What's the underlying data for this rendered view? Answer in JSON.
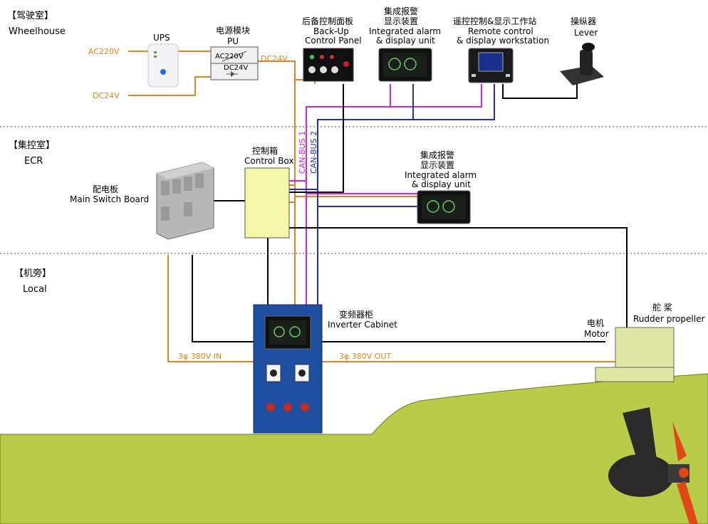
{
  "zones": {
    "wheelhouse": {
      "cn": "【驾驶室】",
      "en": "Wheelhouse"
    },
    "ecr": {
      "cn": "【集控室】",
      "en": "ECR"
    },
    "local": {
      "cn": "【机旁】",
      "en": "Local"
    }
  },
  "devices": {
    "ups": {
      "label": "UPS"
    },
    "pu": {
      "cn": "电源模块",
      "en": "PU",
      "inner_top": "AC220V",
      "inner_bottom": "DC24V"
    },
    "backup_panel": {
      "cn": "后备控制面板",
      "en1": "Back-Up",
      "en2": "Control Panel"
    },
    "alarm_wh": {
      "cn1": "集成报警",
      "cn2": "显示装置",
      "en1": "Integrated alarm",
      "en2": "& display unit"
    },
    "remote": {
      "cn": "遥控控制&显示工作站",
      "en1": "Remote control",
      "en2": "& display workstation"
    },
    "lever": {
      "cn": "操纵器",
      "en": "Lever"
    },
    "control_box": {
      "cn": "控制箱",
      "en": "Control Box"
    },
    "switchboard": {
      "cn": "配电板",
      "en": "Main Switch Board"
    },
    "alarm_ecr": {
      "cn1": "集成报警",
      "cn2": "显示装置",
      "en1": "Integrated alarm",
      "en2": "& display unit"
    },
    "inverter": {
      "cn": "变频器柜",
      "en": "Inverter Cabinet"
    },
    "motor": {
      "cn": "电机",
      "en": "Motor"
    },
    "rudder": {
      "cn": "舵 桨",
      "en": "Rudder propeller"
    }
  },
  "signals": {
    "ac220": "AC220V",
    "dc24_in": "DC24V",
    "dc24_out": "DC24V",
    "canbus1": "CAN-BUS 1",
    "canbus2": "CAN-BUS 2",
    "power_in": "3φ 380V IN",
    "power_out": "3φ 380V OUT"
  },
  "colors": {
    "power_line": "#e8821e",
    "canbus1": "#e020e0",
    "canbus2": "#2030c0",
    "signal_line": "#000000",
    "hull": "#b8cc4a",
    "inverter_body": "#1f4fa0",
    "control_box": "#f4f7a8",
    "motor_body": "#dfe6a4",
    "propeller": "#e04818",
    "section_divider": "#888888"
  }
}
